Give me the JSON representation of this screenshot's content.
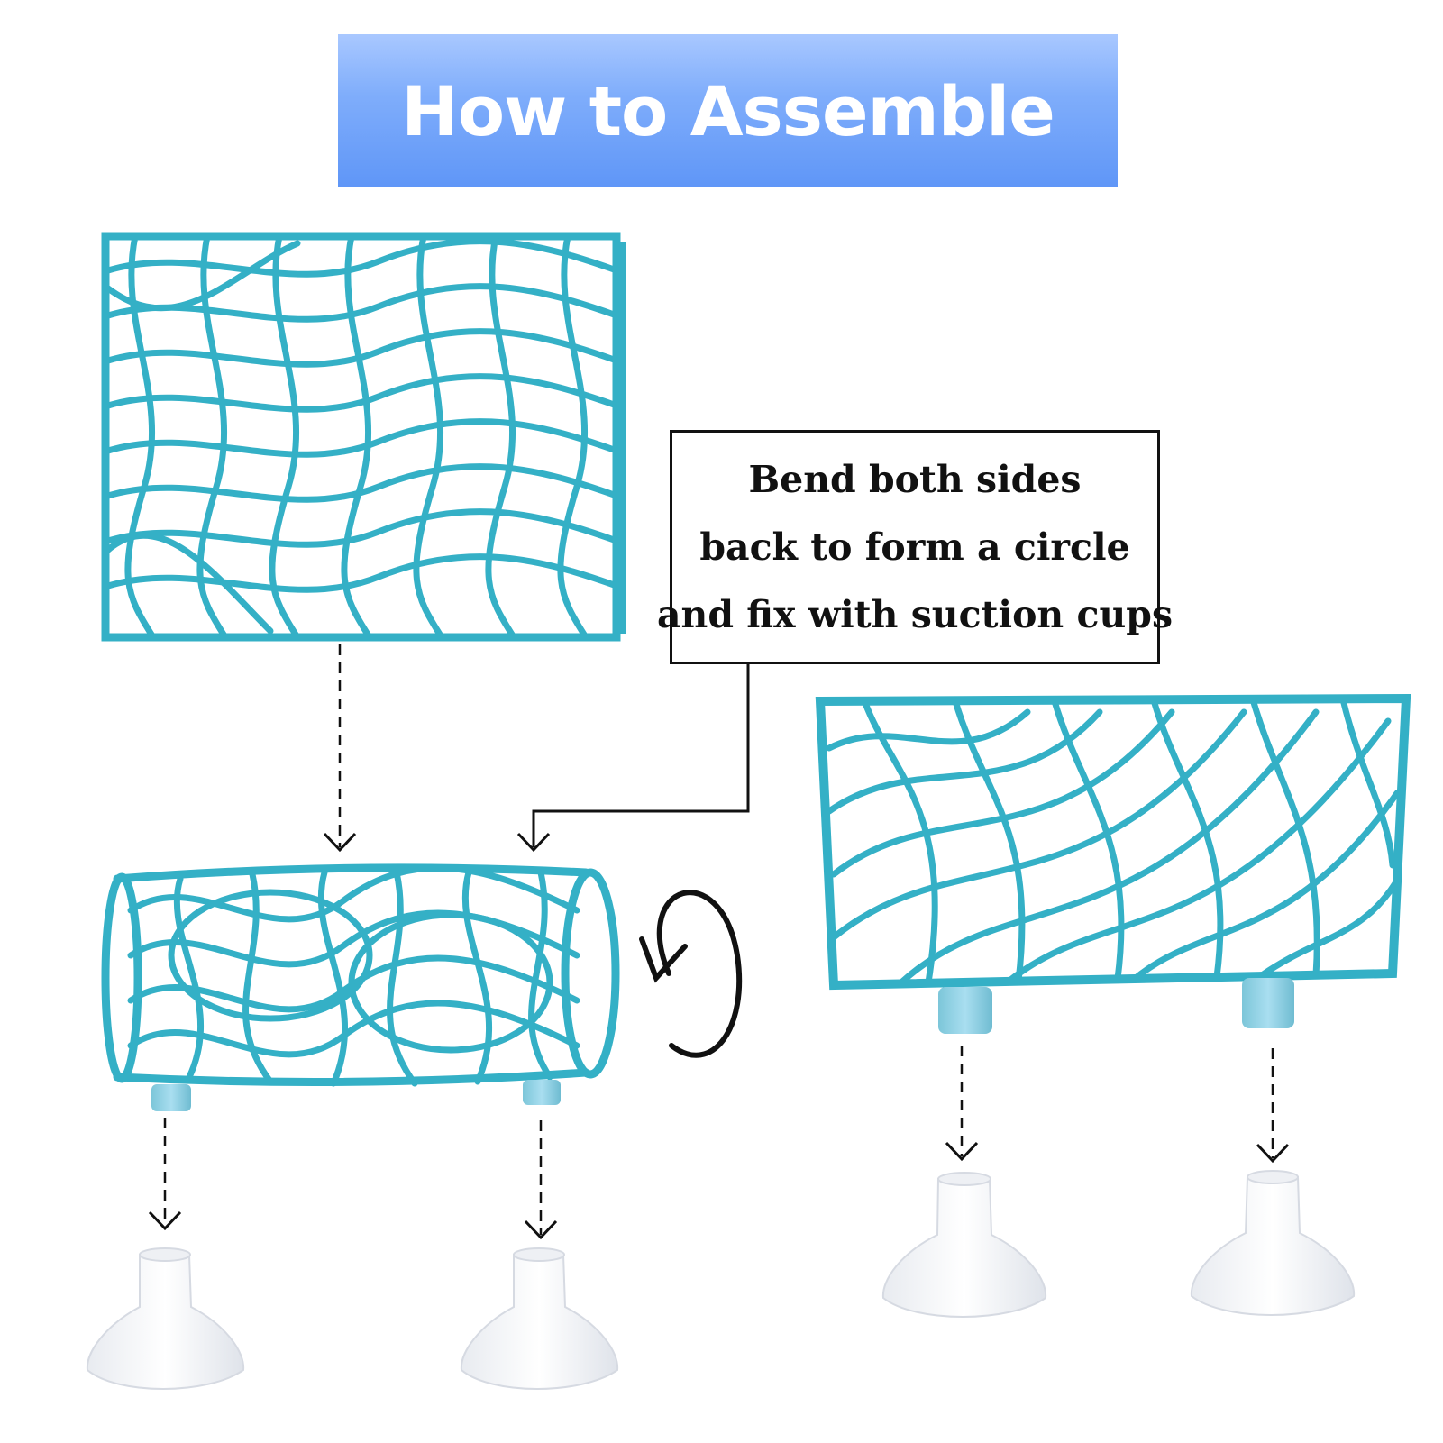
{
  "banner": {
    "title": "How to Assemble",
    "color_top": "#a9c8ff",
    "color_bottom": "#5f96f7"
  },
  "callout": {
    "lines": [
      "Bend both sides",
      "back to form a circle",
      "and fix with suction cups"
    ]
  },
  "colors": {
    "panel": "#34b0c6",
    "peg": "#8fd2e2",
    "suction_cup": "#f2f4f7",
    "line": "#111111"
  },
  "icons": {
    "panel_flat": "mesh-panel-icon",
    "panel_curved": "curved-mesh-tunnel-icon",
    "panel_with_pegs": "mesh-panel-with-pegs-icon",
    "suction_cup": "suction-cup-icon",
    "rotate": "rotate-arrow-icon",
    "arrow": "dashed-arrow-down-icon"
  }
}
